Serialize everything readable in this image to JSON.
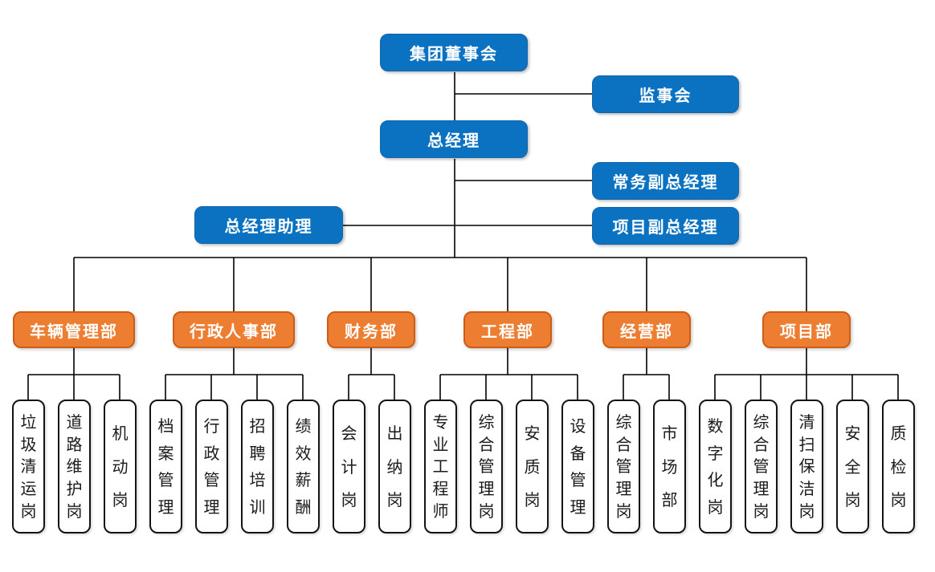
{
  "diagram_type": "org-chart",
  "colors": {
    "executive_blue": "#0B72C2",
    "department_orange": "#ED7D31",
    "department_border": "#CB5D17",
    "position_border": "#141414",
    "connector_line": "#000000",
    "background": "#FFFFFF"
  },
  "executive": {
    "board": "集团董事会",
    "supervisory": "监事会",
    "gm": "总经理",
    "exec_deputy_gm": "常务副总经理",
    "gm_assistant": "总经理助理",
    "project_deputy_gm": "项目副总经理"
  },
  "departments": [
    {
      "label": "车辆管理部",
      "positions": [
        "垃圾清运岗",
        "道路维护岗",
        "机动岗"
      ]
    },
    {
      "label": "行政人事部",
      "positions": [
        "档案管理",
        "行政管理",
        "招聘培训",
        "绩效薪酬"
      ]
    },
    {
      "label": "财务部",
      "positions": [
        "会计岗",
        "出纳岗"
      ]
    },
    {
      "label": "工程部",
      "positions": [
        "专业工程师",
        "综合管理岗",
        "安质岗",
        "设备管理"
      ]
    },
    {
      "label": "经营部",
      "positions": [
        "综合管理岗",
        "市场部"
      ]
    },
    {
      "label": "项目部",
      "positions": [
        "数字化岗",
        "综合管理岗",
        "清扫保洁岗",
        "安全岗",
        "质检岗"
      ]
    }
  ]
}
